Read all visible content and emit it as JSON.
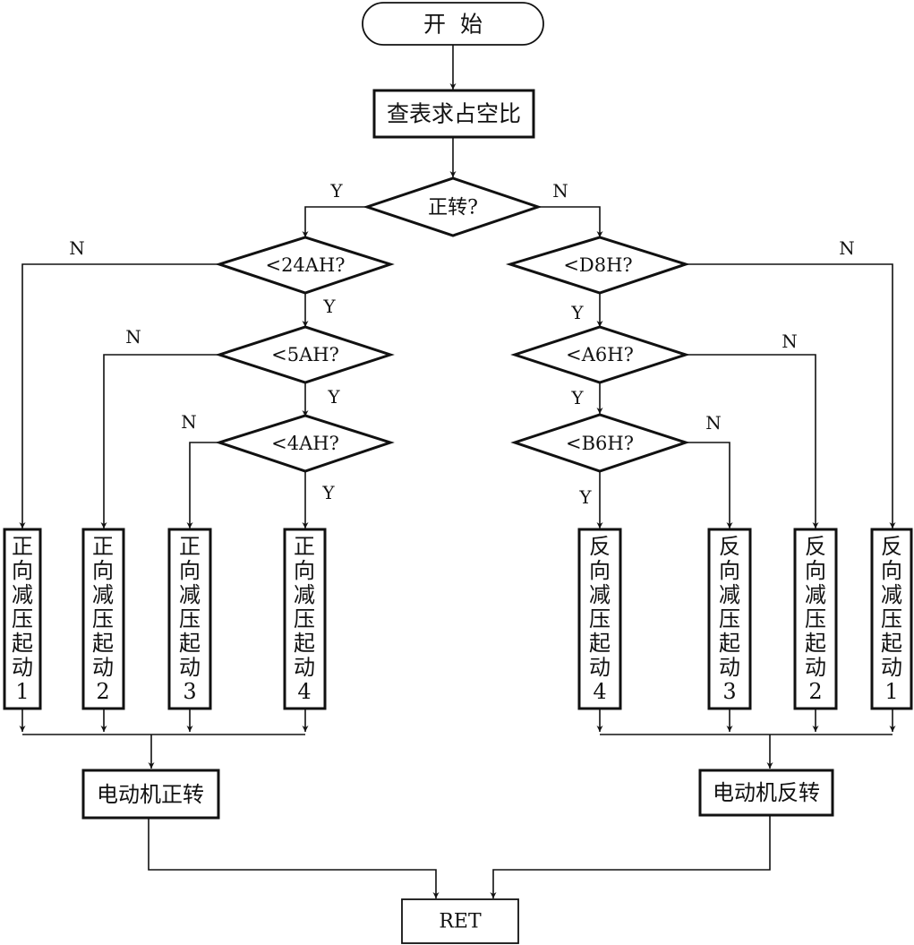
{
  "start": "开  始",
  "lookup": "查表求占空比",
  "forward_check": "正转?",
  "fwd": {
    "d1": "<24AH?",
    "d2": "<5AH?",
    "d3": "<4AH?",
    "boxes": [
      [
        "正",
        "向",
        "减",
        "压",
        "起",
        "动",
        "1"
      ],
      [
        "正",
        "向",
        "减",
        "压",
        "起",
        "动",
        "2"
      ],
      [
        "正",
        "向",
        "减",
        "压",
        "起",
        "动",
        "3"
      ],
      [
        "正",
        "向",
        "减",
        "压",
        "起",
        "动",
        "4"
      ]
    ],
    "run": "电动机正转"
  },
  "rev": {
    "d1": "<D8H?",
    "d2": "<A6H?",
    "d3": "<B6H?",
    "boxes": [
      [
        "反",
        "向",
        "减",
        "压",
        "起",
        "动",
        "4"
      ],
      [
        "反",
        "向",
        "减",
        "压",
        "起",
        "动",
        "3"
      ],
      [
        "反",
        "向",
        "减",
        "压",
        "起",
        "动",
        "2"
      ],
      [
        "反",
        "向",
        "减",
        "压",
        "起",
        "动",
        "1"
      ]
    ],
    "run": "电动机反转"
  },
  "ret": "RET",
  "yes": "Y",
  "no": "N"
}
